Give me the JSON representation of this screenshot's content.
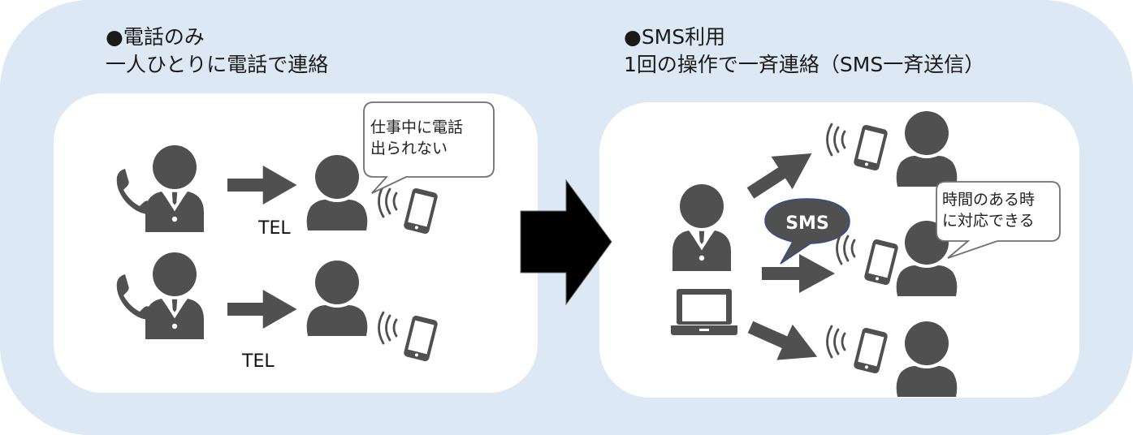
{
  "colors": {
    "outer_background": "#dde8f5",
    "panel_background": "#ffffff",
    "icon_fill": "#505050",
    "big_arrow": "#000000",
    "sms_bubble_border": "#2f4f8f",
    "callout_border": "#707070"
  },
  "left_section": {
    "title": "●電話のみ",
    "subtitle": "一人ひとりに電話で連絡",
    "rows": [
      {
        "arrow_label": "TEL",
        "caller_icon": "businessman-with-phone-icon",
        "receiver_icon": "person-icon",
        "device_icon": "ringing-smartphone-icon"
      },
      {
        "arrow_label": "TEL",
        "caller_icon": "businessman-with-phone-icon",
        "receiver_icon": "person-icon",
        "device_icon": "ringing-smartphone-icon"
      }
    ],
    "callout_line1": "仕事中に電話",
    "callout_line2": "出られない"
  },
  "transition_icon": "big-right-arrow-icon",
  "right_section": {
    "title": "●SMS利用",
    "subtitle": "1回の操作で一斉連絡（SMS一斉送信）",
    "sender_icons": [
      "businessman-icon",
      "laptop-icon"
    ],
    "sms_label": "SMS",
    "recipients": 3,
    "callout_line1": "時間のある時",
    "callout_line2": "に対応できる"
  }
}
